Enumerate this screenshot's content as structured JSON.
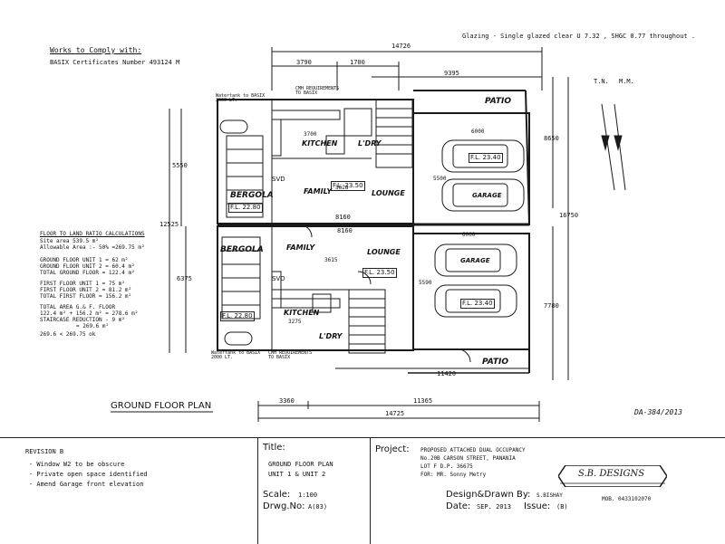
{
  "notes": {
    "works_heading": "Works to Comply with:",
    "basix_certificate": "BASIX Certificates Number 493124 M",
    "glazing": "Glazing - Single glazed clear U 7.32 , SHGC 0.77 throughout ."
  },
  "ratio_calc": {
    "heading": "FLOOR TO LAND RATIO CALCULATIONS",
    "site_area": "Site area 539.5 m²",
    "allowable": "Allowable Area :- 50% =269.75 m²",
    "lines": [
      "GROUND FLOOR UNIT 1 = 62 m²",
      "GROUND FLOOR UNIT 2 = 60.4 m²",
      "TOTAL GROUND FLOOR = 122.4 m²",
      "FIRST FLOOR UNIT 1 = 75 m²",
      "FIRST FLOOR UNIT 2 = 81.2 m²",
      "TOTAL FIRST FLOOR = 156.2 m²",
      "TOTAL AREA G.& F. FLOOR",
      "122.4 m² + 156.2 m² = 278.6 m²",
      "STAIRCASE REDUCTION - 9 m²",
      "= 269.6 m²",
      "269.6 < 269.75 ok"
    ]
  },
  "rooms": {
    "kitchen": "KITCHEN",
    "ldry": "L'DRY",
    "family": "FAMILY",
    "lounge": "LOUNGE",
    "bergola": "BERGOLA",
    "garage": "GARAGE",
    "patio": "PATIO",
    "svd": "SVD",
    "fl_2350": "F.L. 23.50",
    "fl_2280": "F.L. 22.80",
    "fl_2340": "F.L. 23.40",
    "watertank": "Watertank to BASIX 2000 LT.",
    "cmh": "CMH REQUIREMENTS TO BASIX"
  },
  "dims": {
    "d14726": "14726",
    "d3790": "3790",
    "d1700": "1700",
    "d9395": "9395",
    "d6000": "6000",
    "d8650": "8650",
    "d16750": "16750",
    "d7780": "7780",
    "d5550": "5550",
    "d12525": "12525",
    "d6375": "6375",
    "d8160": "8160",
    "d3700": "3700",
    "d3275": "3275",
    "d3360": "3360",
    "d11365": "11365",
    "d14725": "14725",
    "d11420": "11420",
    "d5500": "5500",
    "d5590": "5590",
    "d3628": "3628",
    "d3615": "3615"
  },
  "north": {
    "tn": "T.N.",
    "mm": "M.M."
  },
  "plan_title": "GROUND FLOOR PLAN",
  "da_number": "DA-384/2013",
  "titleblock": {
    "revision_heading": "REVISION B",
    "revision_items": [
      "- Window W2 to be obscure",
      "- Private open space identified",
      "- Amend Garage front elevation"
    ],
    "title_label": "Title:",
    "title_value_1": "GROUND FLOOR PLAN",
    "title_value_2": "UNIT 1 & UNIT 2",
    "scale_label": "Scale:",
    "scale_value": "1:100",
    "drwg_label": "Drwg.No:",
    "drwg_value": "A(03)",
    "project_label": "Project:",
    "project_line1": "PROPOSED ATTACHED DUAL OCCUPANCY",
    "project_line2": "No.20B CARSON STREET, PANANIA",
    "project_line3": "LOT F D.P. 36675",
    "project_line4": "FOR: MR. Sonny Metry",
    "design_label": "Design&Drawn By:",
    "design_value": "S.BISHAY",
    "date_label": "Date:",
    "date_value": "SEP. 2013",
    "issue_label": "Issue:",
    "issue_value": "(B)",
    "logo_text": "S.B. DESIGNS",
    "mob": "MOB. 0433102070"
  },
  "colors": {
    "ink": "#1a1a1a",
    "paper": "#ffffff"
  }
}
